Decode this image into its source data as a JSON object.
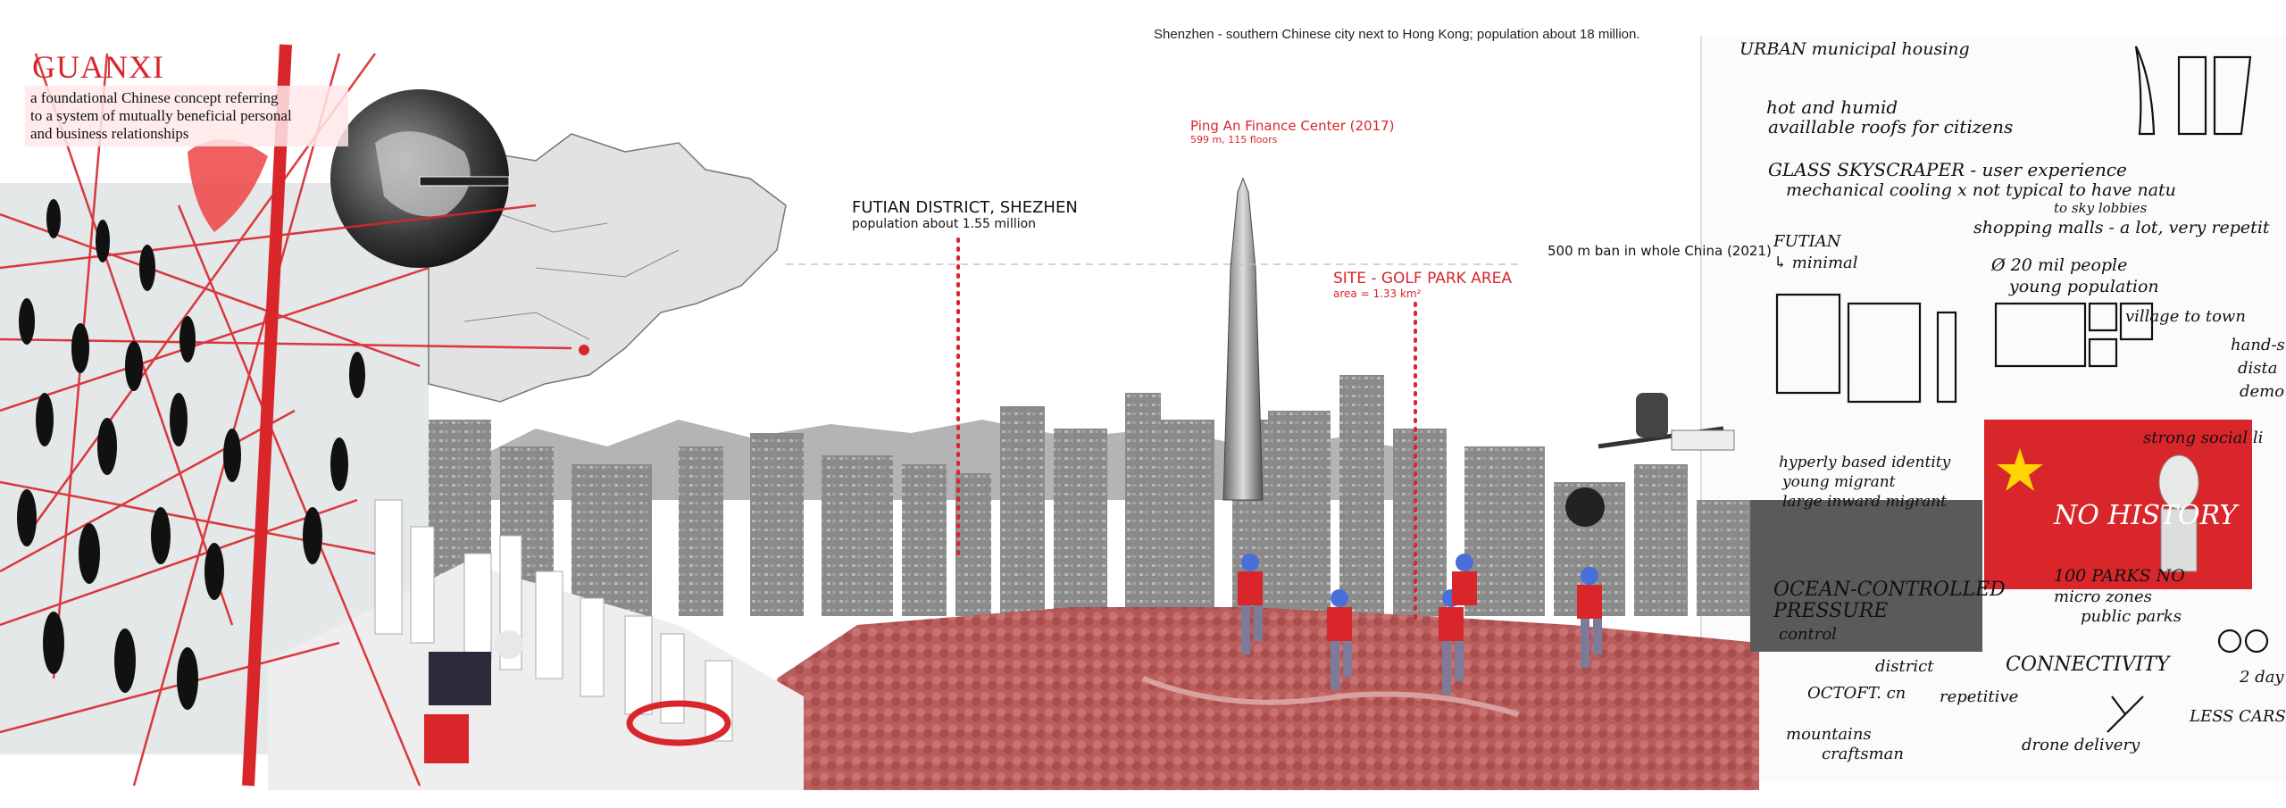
{
  "caption": "Shenzhen - southern Chinese city next to Hong Kong; population about 18 million.",
  "guanxi": {
    "title": "GUANXI",
    "definition_lines": [
      "a foundational Chinese concept referring",
      "to a system of mutually beneficial personal",
      "and business relationships"
    ]
  },
  "labels": {
    "futian": {
      "title": "FUTIAN DISTRICT, SHEZHEN",
      "sub": "population about 1.55 million"
    },
    "pingan": {
      "title": "Ping An Finance Center (2017)",
      "sub": "599 m, 115 floors"
    },
    "ban": "500 m ban in whole China (2021)",
    "site": {
      "title": "SITE - GOLF PARK AREA",
      "sub": "area = 1.33 km²"
    }
  },
  "notes": {
    "lines": [
      "URBAN municipal housing",
      "hot and humid",
      "availlable roofs for citizens",
      "GLASS SKYSCRAPER - user experience",
      "mechanical cooling   x not typical to have natu",
      "to sky lobbies",
      "shopping malls - a lot, very repetit",
      "FUTIAN",
      "↳ minimal",
      "Ø 20 mil people",
      "young population",
      "village to town",
      "hand-s",
      "dista",
      "demo",
      "strong social li",
      "hyperly based identity",
      "young migrant",
      "large inward migrant",
      "NO HISTORY",
      "OCEAN-CONTROLLED",
      "PRESSURE",
      "control",
      "district",
      "100 PARKS NO",
      "micro zones",
      "public parks",
      "CONNECTIVITY",
      "OCTOFT. cn",
      "repetitive",
      "mountains",
      "craftsman",
      "drone delivery",
      "LESS CARS",
      "2 day"
    ]
  },
  "colors": {
    "accent": "#d8262b",
    "park_red": "#b94a4a",
    "ink": "#111111"
  }
}
